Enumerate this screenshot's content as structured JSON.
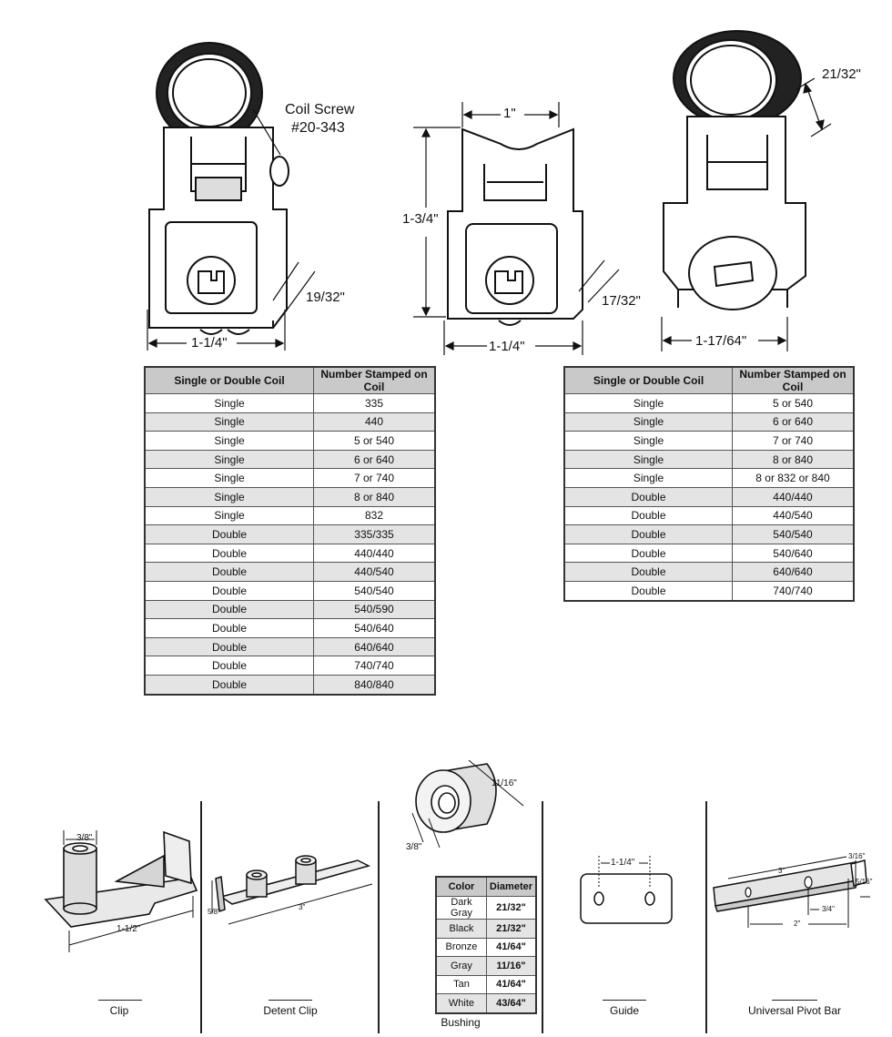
{
  "top_left": {
    "coil_screw_label": "Coil Screw",
    "coil_screw_part": "#20-343",
    "width_label": "1-1/4\"",
    "depth_label": "19/32\""
  },
  "top_middle": {
    "top_width_label": "1\"",
    "height_label": "1-3/4\"",
    "width_label": "1-1/4\"",
    "depth_label": "17/32\""
  },
  "top_right": {
    "coil_label": "21/32\"",
    "width_label": "1-17/64\""
  },
  "table_left": {
    "headers": [
      "Single or Double Coil",
      "Number Stamped on Coil"
    ],
    "rows": [
      [
        "Single",
        "335"
      ],
      [
        "Single",
        "440"
      ],
      [
        "Single",
        "5 or 540"
      ],
      [
        "Single",
        "6 or 640"
      ],
      [
        "Single",
        "7 or 740"
      ],
      [
        "Single",
        "8 or 840"
      ],
      [
        "Single",
        "832"
      ],
      [
        "Double",
        "335/335"
      ],
      [
        "Double",
        "440/440"
      ],
      [
        "Double",
        "440/540"
      ],
      [
        "Double",
        "540/540"
      ],
      [
        "Double",
        "540/590"
      ],
      [
        "Double",
        "540/640"
      ],
      [
        "Double",
        "640/640"
      ],
      [
        "Double",
        "740/740"
      ],
      [
        "Double",
        "840/840"
      ]
    ]
  },
  "table_right": {
    "headers": [
      "Single or Double Coil",
      "Number Stamped on Coil"
    ],
    "rows": [
      [
        "Single",
        "5 or 540"
      ],
      [
        "Single",
        "6 or 640"
      ],
      [
        "Single",
        "7 or 740"
      ],
      [
        "Single",
        "8 or 840"
      ],
      [
        "Single",
        "8 or 832 or 840"
      ],
      [
        "Double",
        "440/440"
      ],
      [
        "Double",
        "440/540"
      ],
      [
        "Double",
        "540/540"
      ],
      [
        "Double",
        "540/640"
      ],
      [
        "Double",
        "640/640"
      ],
      [
        "Double",
        "740/740"
      ]
    ]
  },
  "clip": {
    "caption": "Clip",
    "dim_a": "3/8\"",
    "dim_b": "1-1/2\""
  },
  "detent_clip": {
    "caption": "Detent Clip",
    "dim_a": "5/8\"",
    "dim_b": "3\""
  },
  "bushing": {
    "caption": "Bushing",
    "dim_a": "11/16\"",
    "dim_b": "3/8\"",
    "headers": [
      "Color",
      "Diameter"
    ],
    "rows": [
      [
        "Dark Gray",
        "21/32\""
      ],
      [
        "Black",
        "21/32\""
      ],
      [
        "Bronze",
        "41/64\""
      ],
      [
        "Gray",
        "11/16\""
      ],
      [
        "Tan",
        "41/64\""
      ],
      [
        "White",
        "43/64\""
      ]
    ]
  },
  "guide": {
    "caption": "Guide",
    "dim_a": "1-1/4\""
  },
  "pivot_bar": {
    "caption": "Universal Pivot Bar",
    "dim_a": "3\"",
    "dim_b": "3/16\"",
    "dim_c": "5/16\"",
    "dim_d": "3/4\"",
    "dim_e": "2\""
  }
}
